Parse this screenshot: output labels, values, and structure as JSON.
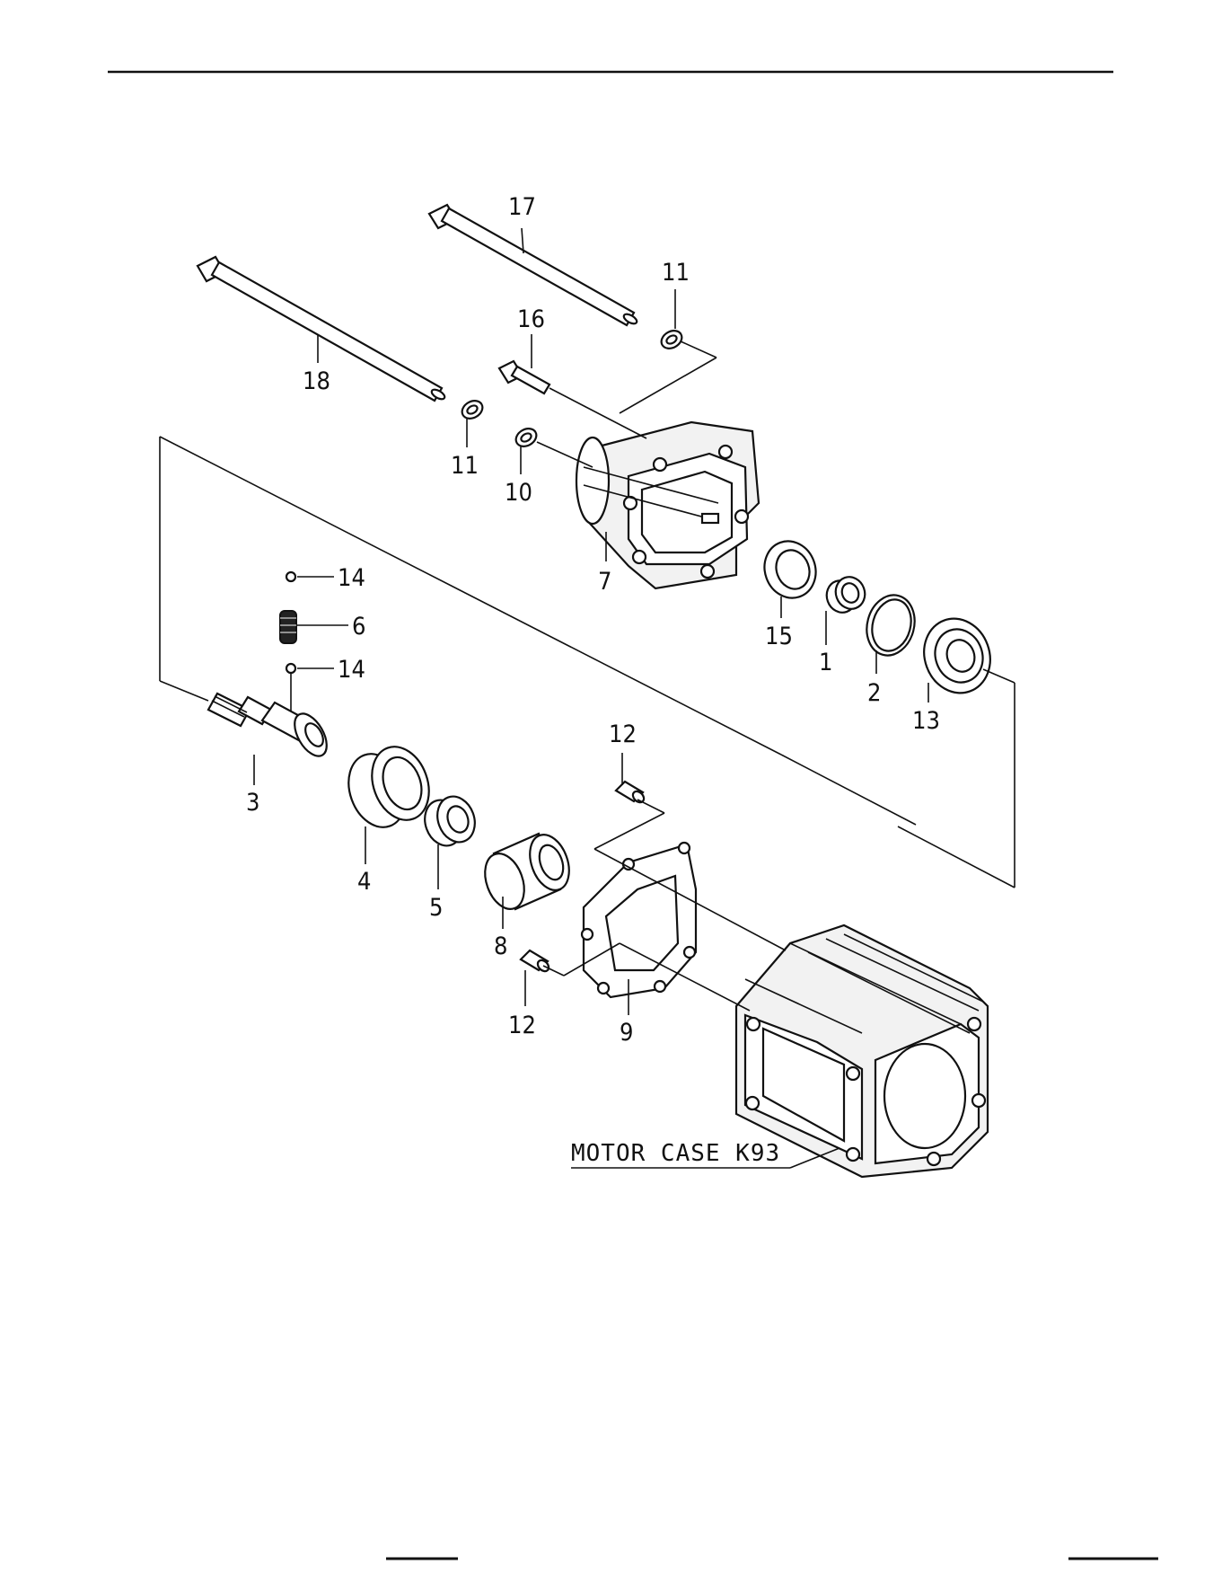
{
  "part_labels": [
    {
      "id": "p17",
      "text": "17"
    },
    {
      "id": "p11a",
      "text": "11"
    },
    {
      "id": "p16",
      "text": "16"
    },
    {
      "id": "p18",
      "text": "18"
    },
    {
      "id": "p11b",
      "text": "11"
    },
    {
      "id": "p10",
      "text": "10"
    },
    {
      "id": "p7",
      "text": "7"
    },
    {
      "id": "p14a",
      "text": "14"
    },
    {
      "id": "p6",
      "text": "6"
    },
    {
      "id": "p14b",
      "text": "14"
    },
    {
      "id": "p15",
      "text": "15"
    },
    {
      "id": "p1",
      "text": "1"
    },
    {
      "id": "p2",
      "text": "2"
    },
    {
      "id": "p13",
      "text": "13"
    },
    {
      "id": "p3",
      "text": "3"
    },
    {
      "id": "p12a",
      "text": "12"
    },
    {
      "id": "p4",
      "text": "4"
    },
    {
      "id": "p5",
      "text": "5"
    },
    {
      "id": "p8",
      "text": "8"
    },
    {
      "id": "p9",
      "text": "9"
    },
    {
      "id": "p12b",
      "text": "12"
    }
  ],
  "callout": {
    "text": "MOTOR CASE K93"
  }
}
